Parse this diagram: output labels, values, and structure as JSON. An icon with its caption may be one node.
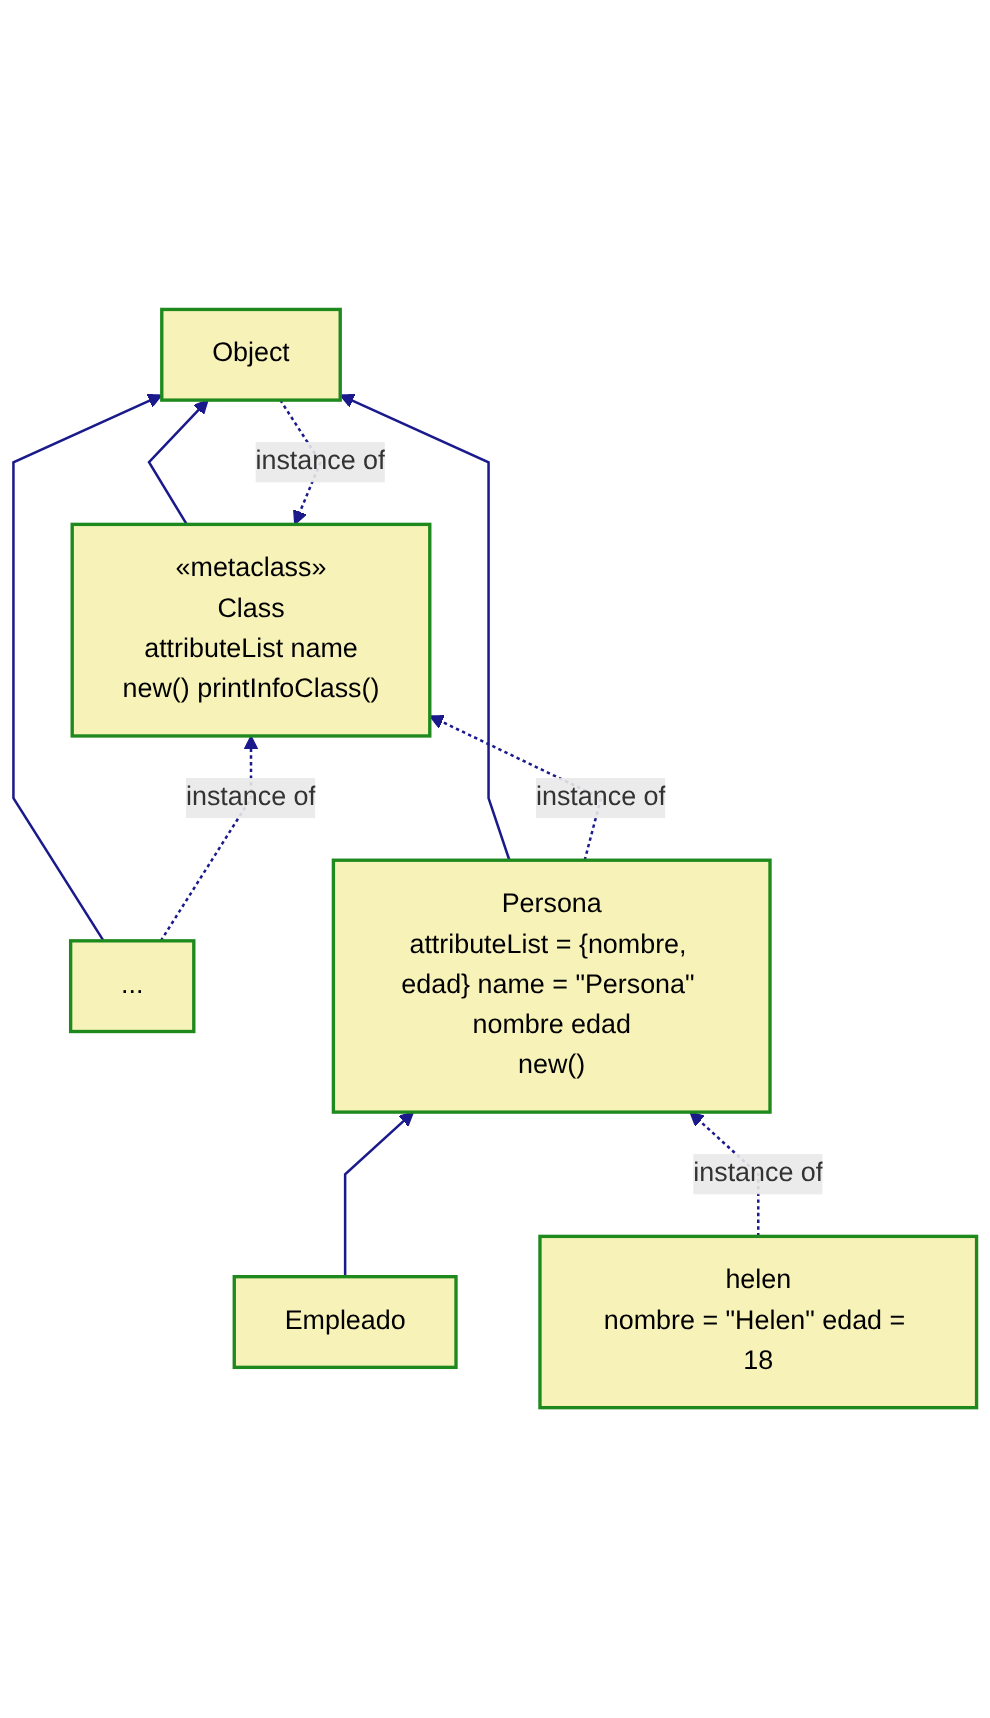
{
  "diagram": {
    "nodes": [
      {
        "text": [
          "«metaclass»",
          "Class",
          "attributeList name",
          "new() printInfoClass()"
        ]
      },
      {
        "text": [
          "Object"
        ]
      },
      {
        "text": [
          "..."
        ]
      },
      {
        "text": [
          "Persona",
          "attributeList = {nombre, edad} name = \"Persona\" nombre edad",
          "new()"
        ]
      },
      {
        "text": [
          "Empleado"
        ]
      },
      {
        "text": [
          "helen",
          "nombre = \"Helen\" edad = 18"
        ]
      }
    ],
    "edges": [
      {
        "from": 1,
        "to": 0,
        "arrow": "to",
        "label": "instance of",
        "style": "dashed"
      },
      {
        "from": 0,
        "to": 1,
        "arrow": "to"
      },
      {
        "from": 2,
        "to": 1,
        "arrow": "to"
      },
      {
        "from": 3,
        "to": 1,
        "arrow": "to"
      },
      {
        "from": 2,
        "to": 0,
        "arrow": "to",
        "label": "instance of",
        "style": "dashed"
      },
      {
        "from": 3,
        "to": 0,
        "arrow": "to",
        "label": "instance of",
        "style": "dashed"
      },
      {
        "from": 4,
        "to": 3,
        "arrow": "to"
      },
      {
        "from": 5,
        "to": 3,
        "arrow": "to",
        "label": "instance of",
        "style": "dashed"
      }
    ]
  }
}
